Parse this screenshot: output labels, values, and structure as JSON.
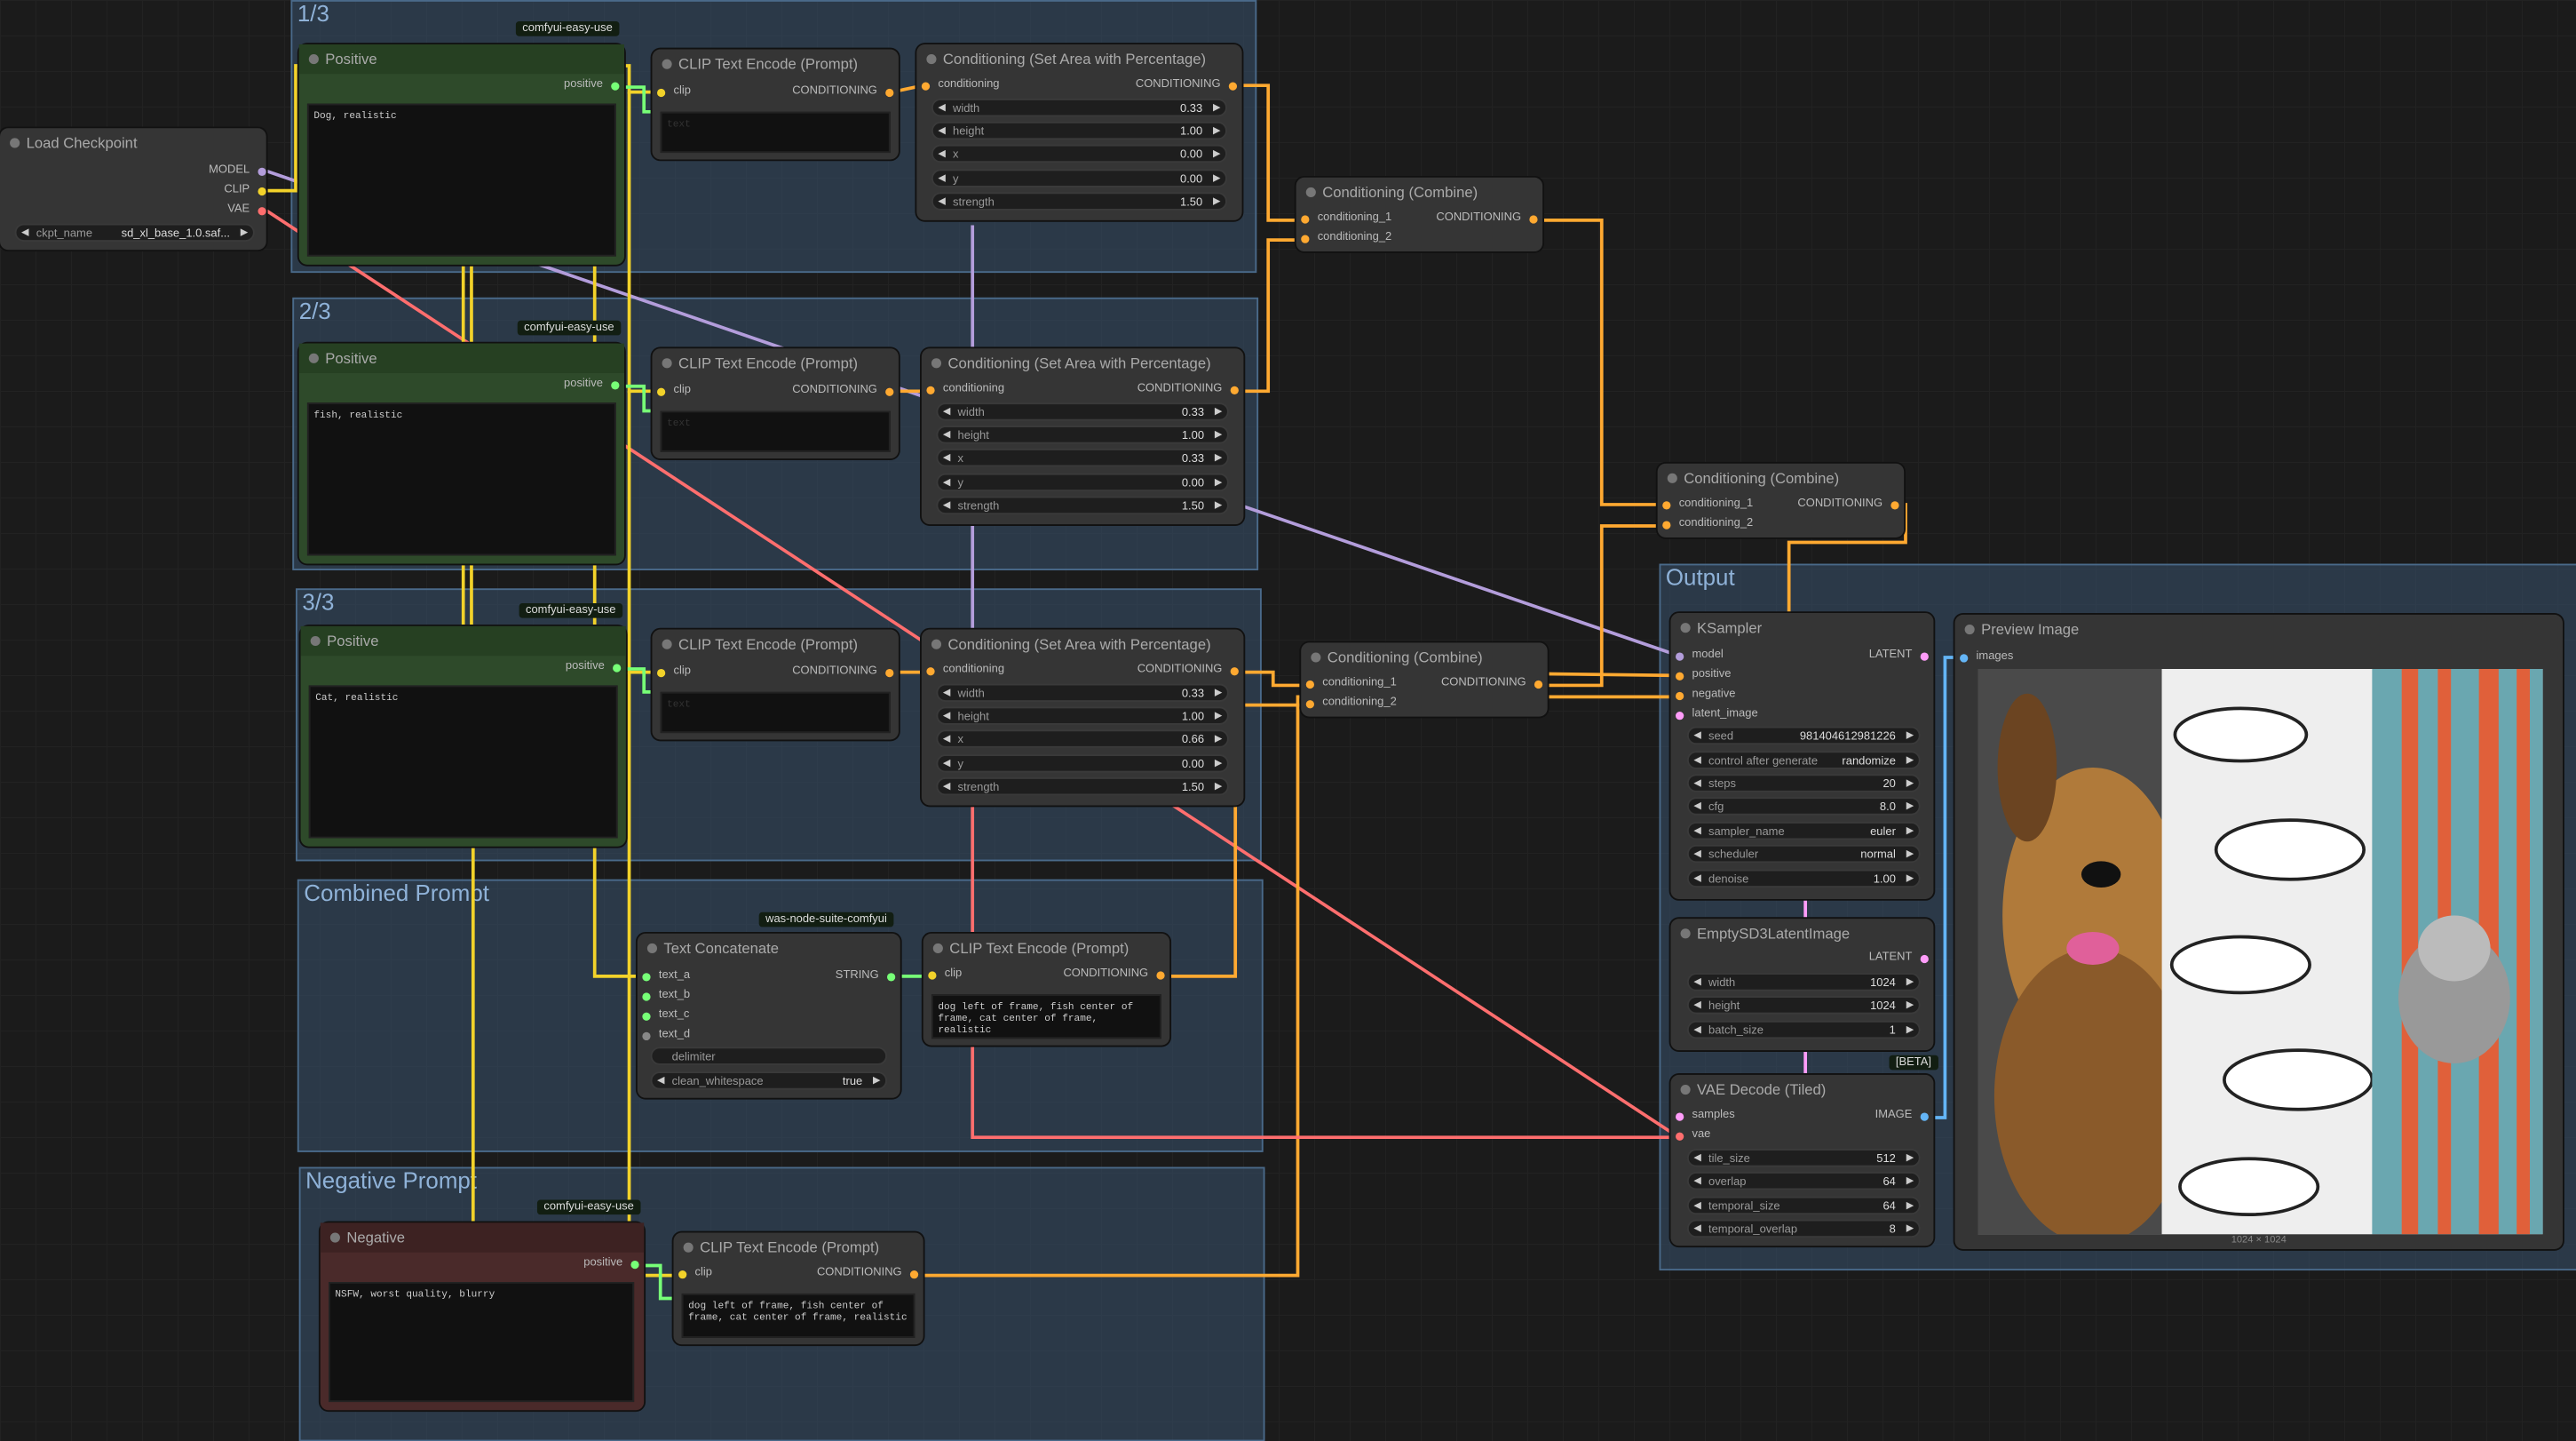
{
  "colors": {
    "clip": "#f2d22a",
    "model": "#b39ddb",
    "vae": "#ff6e6e",
    "conditioning": "#ffa931",
    "latent": "#ff9cf9",
    "image": "#64b5f6",
    "string": "#77ff77"
  },
  "groups": {
    "g1": "1/3",
    "g2": "2/3",
    "g3": "3/3",
    "combined": "Combined Prompt",
    "negative": "Negative Prompt",
    "output": "Output"
  },
  "badges": {
    "easy": "comfyui-easy-use",
    "was": "was-node-suite-comfyui",
    "beta": "[BETA]"
  },
  "checkpoint": {
    "title": "Load Checkpoint",
    "model": "MODEL",
    "clip": "CLIP",
    "vae": "VAE",
    "ckpt_label": "ckpt_name",
    "ckpt_value": "sd_xl_base_1.0.saf..."
  },
  "positive1": {
    "title": "Positive",
    "out": "positive",
    "text": "Dog, realistic"
  },
  "positive2": {
    "title": "Positive",
    "out": "positive",
    "text": "fish, realistic"
  },
  "positive3": {
    "title": "Positive",
    "out": "positive",
    "text": "Cat, realistic"
  },
  "negative": {
    "title": "Negative",
    "out": "positive",
    "text": "NSFW, worst quality, blurry"
  },
  "clip": {
    "title": "CLIP Text Encode (Prompt)",
    "in": "clip",
    "out": "CONDITIONING",
    "text_stub": "text"
  },
  "clip_neg_text": "dog left of frame, fish center of frame, cat center of frame, realistic",
  "clip_comb_text": "dog left of frame, fish center of frame, cat center of frame, realistic",
  "area": {
    "title1": "Conditioning (Set Area with Percentage)",
    "title2": "Conditioning (Set Area with Percentage)",
    "title3": "Conditioning (Set Area with Percentage)",
    "in": "conditioning",
    "out": "CONDITIONING",
    "width": "width",
    "height": "height",
    "x": "x",
    "y": "y",
    "strength": "strength",
    "a1": {
      "width": "0.33",
      "height": "1.00",
      "x": "0.00",
      "y": "0.00",
      "strength": "1.50"
    },
    "a2": {
      "width": "0.33",
      "height": "1.00",
      "x": "0.33",
      "y": "0.00",
      "strength": "1.50"
    },
    "a3": {
      "width": "0.33",
      "height": "1.00",
      "x": "0.66",
      "y": "0.00",
      "strength": "1.50"
    }
  },
  "combine": {
    "title": "Conditioning (Combine)",
    "in1": "conditioning_1",
    "in2": "conditioning_2",
    "out": "CONDITIONING"
  },
  "concat": {
    "title": "Text Concatenate",
    "a": "text_a",
    "b": "text_b",
    "c": "text_c",
    "d": "text_d",
    "out": "STRING",
    "delimiter": "delimiter",
    "clean": "clean_whitespace",
    "clean_val": "true"
  },
  "ksampler": {
    "title": "KSampler",
    "model": "model",
    "positive": "positive",
    "negative": "negative",
    "latent": "latent_image",
    "out": "LATENT",
    "seed_l": "seed",
    "seed": "981404612981226",
    "cag_l": "control after generate",
    "cag": "randomize",
    "steps_l": "steps",
    "steps": "20",
    "cfg_l": "cfg",
    "cfg": "8.0",
    "sampler_l": "sampler_name",
    "sampler": "euler",
    "sched_l": "scheduler",
    "sched": "normal",
    "denoise_l": "denoise",
    "denoise": "1.00"
  },
  "latent": {
    "title": "EmptySD3LatentImage",
    "out": "LATENT",
    "width_l": "width",
    "width": "1024",
    "height_l": "height",
    "height": "1024",
    "batch_l": "batch_size",
    "batch": "1"
  },
  "vaedecode": {
    "title": "VAE Decode (Tiled)",
    "samples": "samples",
    "vae": "vae",
    "out": "IMAGE",
    "tile_l": "tile_size",
    "tile": "512",
    "overlap_l": "overlap",
    "overlap": "64",
    "tsize_l": "temporal_size",
    "tsize": "64",
    "toverlap_l": "temporal_overlap",
    "toverlap": "8"
  },
  "preview": {
    "title": "Preview Image",
    "in": "images",
    "size": "1024 × 1024"
  }
}
